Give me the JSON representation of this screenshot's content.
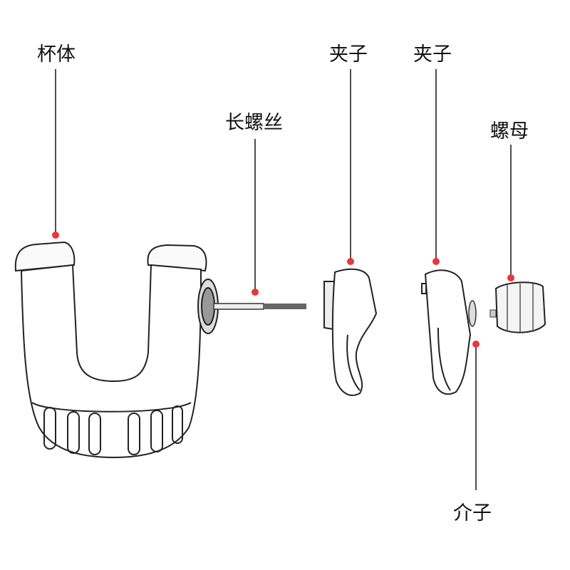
{
  "labels": {
    "cup_body": "杯体",
    "long_screw": "长螺丝",
    "clip_1": "夹子",
    "clip_2": "夹子",
    "nut": "螺母",
    "washer": "介子"
  },
  "colors": {
    "marker": "#e8363d",
    "line": "#222222"
  }
}
